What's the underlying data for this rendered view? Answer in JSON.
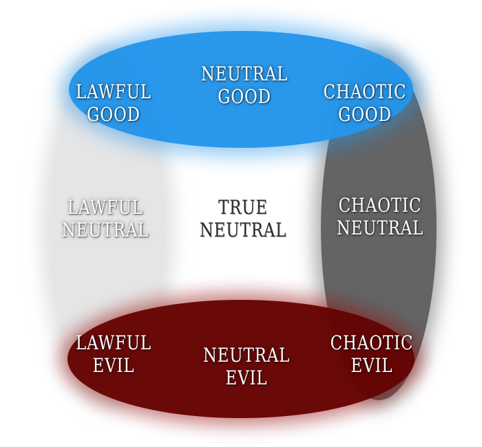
{
  "alignments": {
    "lawful_good": {
      "line1": "LAWFUL",
      "line2": "GOOD"
    },
    "neutral_good": {
      "line1": "NEUTRAL",
      "line2": "GOOD"
    },
    "chaotic_good": {
      "line1": "CHAOTIC",
      "line2": "GOOD"
    },
    "lawful_neutral": {
      "line1": "LAWFUL",
      "line2": "NEUTRAL"
    },
    "true_neutral": {
      "line1": "TRUE",
      "line2": "NEUTRAL"
    },
    "chaotic_neutral": {
      "line1": "CHAOTIC",
      "line2": "NEUTRAL"
    },
    "lawful_evil": {
      "line1": "LAWFUL",
      "line2": "EVIL"
    },
    "neutral_evil": {
      "line1": "NEUTRAL",
      "line2": "EVIL"
    },
    "chaotic_evil": {
      "line1": "CHAOTIC",
      "line2": "EVIL"
    }
  },
  "colors": {
    "good": "#2596eb",
    "evil": "#650302",
    "lawful": "#d0d0d0",
    "chaotic": "#3a3a3a"
  }
}
